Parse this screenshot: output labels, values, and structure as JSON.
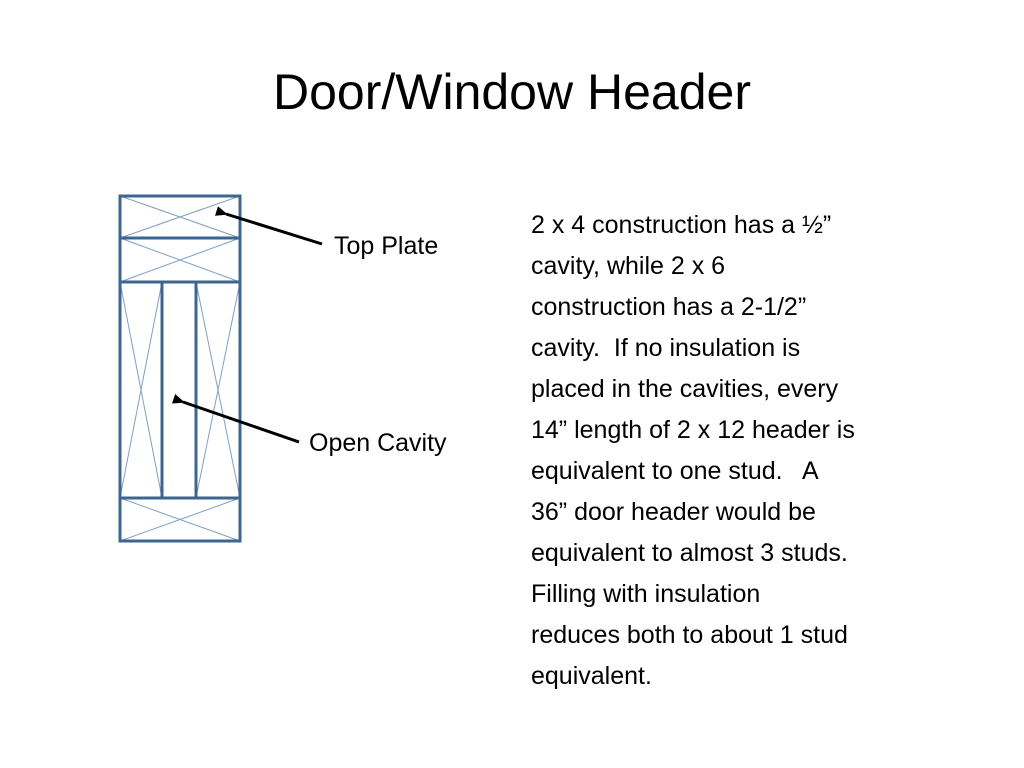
{
  "slide": {
    "title": "Door/Window Header",
    "labels": {
      "top_plate": "Top Plate",
      "open_cavity": "Open Cavity"
    },
    "body_lines": [
      "2 x 4 construction has a ½”",
      "cavity, while 2 x 6",
      "construction has a 2-1/2”",
      "cavity.  If no insulation is",
      "placed in the cavities, every",
      "14” length of 2 x 12 header is",
      "equivalent to one stud.   A",
      "36” door header would be",
      "equivalent to almost 3 studs.",
      "Filling with insulation",
      "reduces both to about 1 stud",
      "equivalent."
    ]
  },
  "colors": {
    "frame": "#3d6591",
    "cross": "#7f9fc6",
    "arrow": "#000000"
  }
}
